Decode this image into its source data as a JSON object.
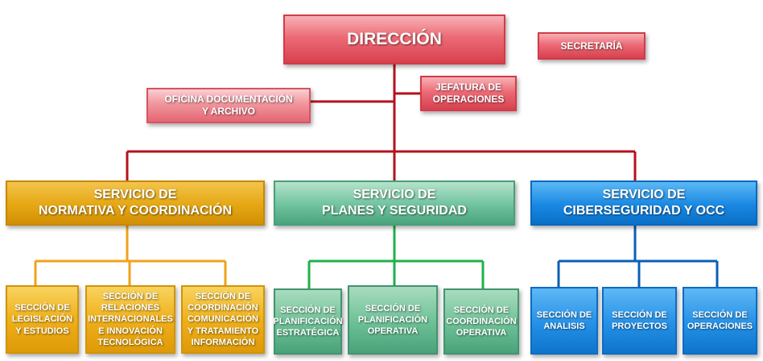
{
  "colors": {
    "red": "#e04855",
    "orange": "#e5a713",
    "green": "#5fb88e",
    "blue": "#1e84d8",
    "connector_red": "#b5121b",
    "connector_orange": "#f0a21a",
    "connector_green": "#1fb14a",
    "connector_blue": "#0a5fb5"
  },
  "top": {
    "direccion": "DIRECCIÓN",
    "secretaria": "SECRETARÍA",
    "oficina": "OFICINA DOCUMENTACIÓN\nY ARCHIVO",
    "jefatura": "JEFATURA DE\nOPERACIONES"
  },
  "services": [
    {
      "label": "SERVICIO DE\nNORMATIVA Y COORDINACIÓN",
      "sections": [
        "SECCIÓN DE\nLEGISLACIÓN\nY ESTUDIOS",
        "SECCIÓN DE\nRELACIONES\nINTERNACIONALES\nE INNOVACIÓN\nTECNOLÓGICA",
        "SECCIÓN DE\nCOORDINACIÓN\nCOMUNICACIÓN\nY TRATAMIENTO\nINFORMACIÓN"
      ]
    },
    {
      "label": "SERVICIO DE\nPLANES Y SEGURIDAD",
      "sections": [
        "SECCIÓN DE\nPLANIFICACIÓN\nESTRATÉGICA",
        "SECCIÓN DE\nPLANIFICACIÓN\nOPERATIVA",
        "SECCIÓN DE\nCOORDINACIÓN\nOPERATIVA"
      ]
    },
    {
      "label": "SERVICIO DE\nCIBERSEGURIDAD Y OCC",
      "sections": [
        "SECCIÓN DE\nANALISIS",
        "SECCIÓN DE\nPROYECTOS",
        "SECCIÓN DE\nOPERACIONES"
      ]
    }
  ]
}
